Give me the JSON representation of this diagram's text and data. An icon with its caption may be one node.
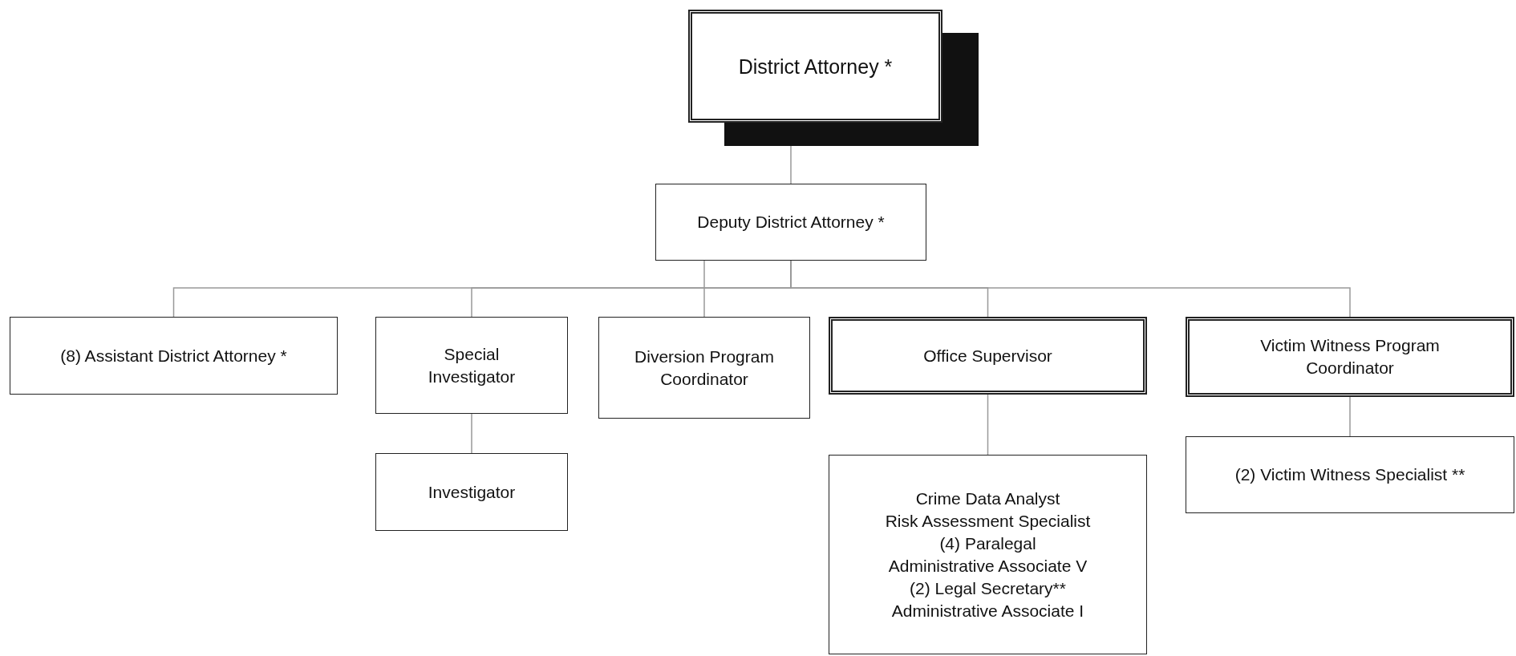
{
  "diagram": {
    "nodes": [
      {
        "text": [
          "District Attorney *"
        ]
      },
      {
        "text": [
          "Deputy District Attorney *"
        ]
      },
      {
        "text": [
          "(8) Assistant District Attorney *"
        ]
      },
      {
        "text": [
          "Special Investigator"
        ]
      },
      {
        "text": [
          "Diversion Program Coordinator"
        ]
      },
      {
        "text": [
          "Office Supervisor"
        ]
      },
      {
        "text": [
          "Victim Witness Program Coordinator"
        ]
      },
      {
        "text": [
          "Investigator"
        ]
      },
      {
        "text": [
          "Crime Data Analyst",
          "Risk Assessment Specialist",
          "(4) Paralegal",
          "Administrative Associate V",
          "(2) Legal Secretary**",
          "Administrative Associate I"
        ]
      },
      {
        "text": [
          "(2) Victim Witness Specialist **"
        ]
      }
    ],
    "edges": [
      {
        "from": 0,
        "to": 1,
        "arrow": "none"
      },
      {
        "from": 1,
        "to": 2,
        "arrow": "none"
      },
      {
        "from": 1,
        "to": 3,
        "arrow": "none"
      },
      {
        "from": 1,
        "to": 4,
        "arrow": "none"
      },
      {
        "from": 1,
        "to": 5,
        "arrow": "none"
      },
      {
        "from": 1,
        "to": 6,
        "arrow": "none"
      },
      {
        "from": 3,
        "to": 7,
        "arrow": "none"
      },
      {
        "from": 5,
        "to": 8,
        "arrow": "none"
      },
      {
        "from": 6,
        "to": 9,
        "arrow": "none"
      }
    ]
  }
}
